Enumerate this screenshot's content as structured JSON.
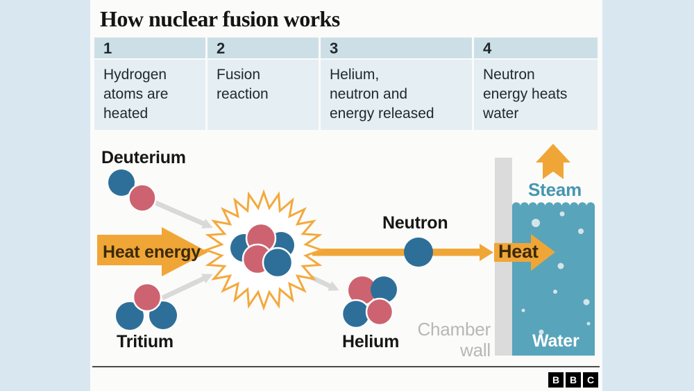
{
  "title": "How nuclear fusion works",
  "steps": [
    {
      "number": "1",
      "description": "Hydrogen\natoms are\nheated"
    },
    {
      "number": "2",
      "description": "Fusion\nreaction"
    },
    {
      "number": "3",
      "description": "Helium,\nneutron and\nenergy released"
    },
    {
      "number": "4",
      "description": "Neutron\nenergy heats\nwater"
    }
  ],
  "diagram": {
    "labels": {
      "deuterium": "Deuterium",
      "tritium": "Tritium",
      "heat_energy": "Heat energy",
      "neutron": "Neutron",
      "helium": "Helium",
      "heat": "Heat",
      "chamber_wall": "Chamber\nwall",
      "steam": "Steam",
      "water": "Water"
    },
    "colors": {
      "proton_red": "#cd6370",
      "neutron_blue": "#2e6f99",
      "energy_orange": "#f0a636",
      "water_teal": "#58a4ba",
      "wall_gray": "#dbdbdb",
      "arrow_gray": "#d9d9d9",
      "steam_text": "#4596b0",
      "page_background": "#d9e8f0",
      "table_header_bg": "#cddfe6",
      "table_body_bg": "#e4eef3"
    }
  },
  "footer": {
    "logo_letters": [
      "B",
      "B",
      "C"
    ]
  }
}
